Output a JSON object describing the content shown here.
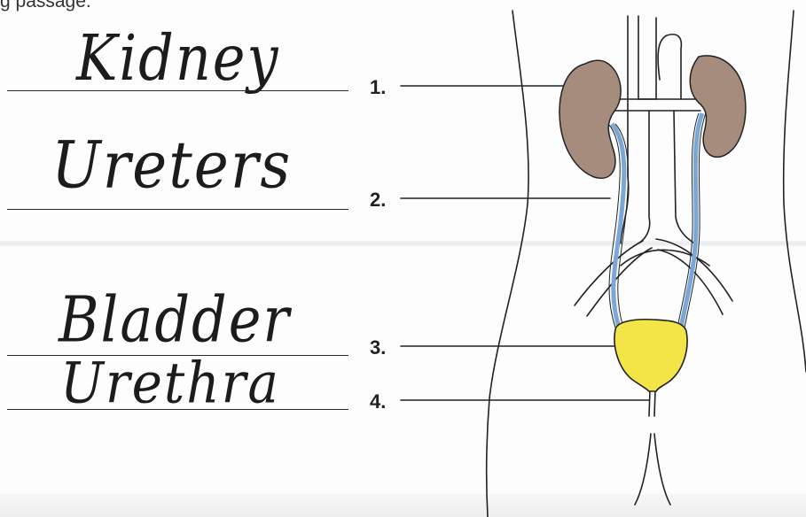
{
  "instruction_fragment": "g passage.",
  "answers": [
    {
      "number": "1.",
      "handwritten": "Kidney"
    },
    {
      "number": "2.",
      "handwritten": "Ureters"
    },
    {
      "number": "3.",
      "handwritten": "Bladder"
    },
    {
      "number": "4.",
      "handwritten": "Urethra"
    }
  ],
  "colors": {
    "kidney": "#a58c7c",
    "ureter": "#7aa7d6",
    "bladder": "#f3e547",
    "ink": "#222222"
  }
}
